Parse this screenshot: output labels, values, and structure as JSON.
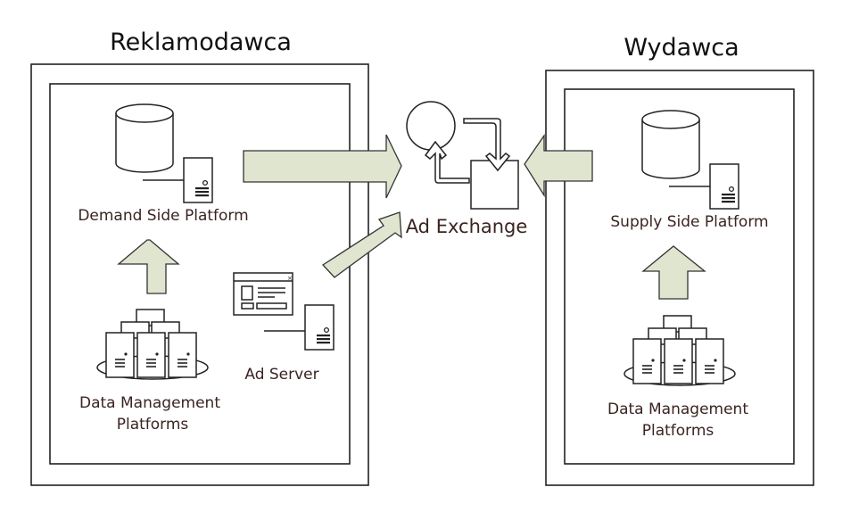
{
  "colors": {
    "arrow_fill": "#dfe5cf",
    "label_text": "#3a2420",
    "title_text": "#111111",
    "stroke": "#222222"
  },
  "advertiser": {
    "title": "Reklamodawca",
    "dsp_label": "Demand Side Platform",
    "dmp_label_line1": "Data Management",
    "dmp_label_line2": "Platforms",
    "ad_server_label": "Ad Server"
  },
  "exchange": {
    "label": "Ad Exchange"
  },
  "publisher": {
    "title": "Wydawca",
    "ssp_label": "Supply Side Platform",
    "dmp_label_line1": "Data Management",
    "dmp_label_line2": "Platforms"
  },
  "icons": [
    "database-icon",
    "server-icon",
    "server-cluster-icon",
    "browser-window-icon",
    "exchange-cycle-icon"
  ],
  "flows": [
    {
      "from": "Demand Side Platform",
      "to": "Ad Exchange"
    },
    {
      "from": "Ad Server",
      "to": "Ad Exchange"
    },
    {
      "from": "Supply Side Platform",
      "to": "Ad Exchange"
    },
    {
      "from": "Data Management Platforms (Reklamodawca)",
      "to": "Demand Side Platform"
    },
    {
      "from": "Data Management Platforms (Wydawca)",
      "to": "Supply Side Platform"
    }
  ]
}
